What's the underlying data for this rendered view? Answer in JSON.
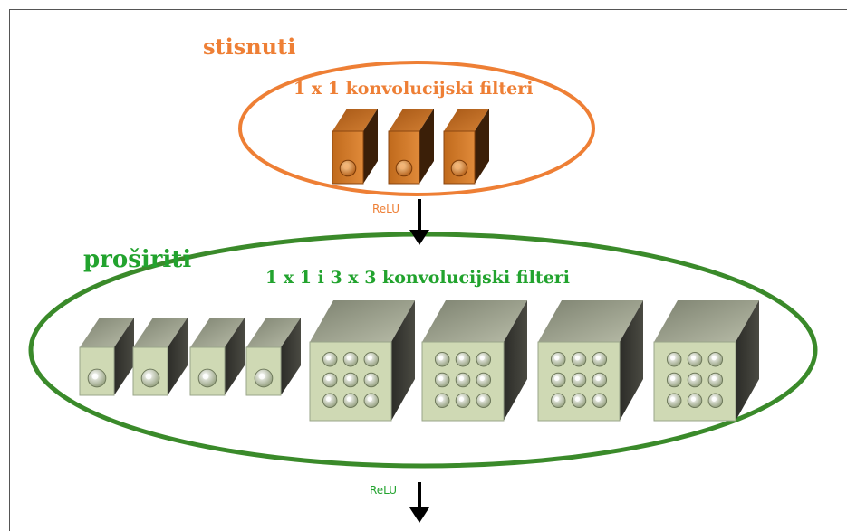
{
  "squeeze": {
    "title": "stisnuti",
    "subtitle": "1 x 1 konvolucijski filteri",
    "color": "#ee7f35",
    "filter_count": 3
  },
  "activation_1": "ReLU",
  "expand": {
    "title": "proširiti",
    "subtitle": "1 x 1 i 3 x 3 konvolucijski filteri",
    "color": "#22a32e",
    "filter_1x1_count": 4,
    "filter_3x3_count": 4
  },
  "activation_2": "ReLU"
}
